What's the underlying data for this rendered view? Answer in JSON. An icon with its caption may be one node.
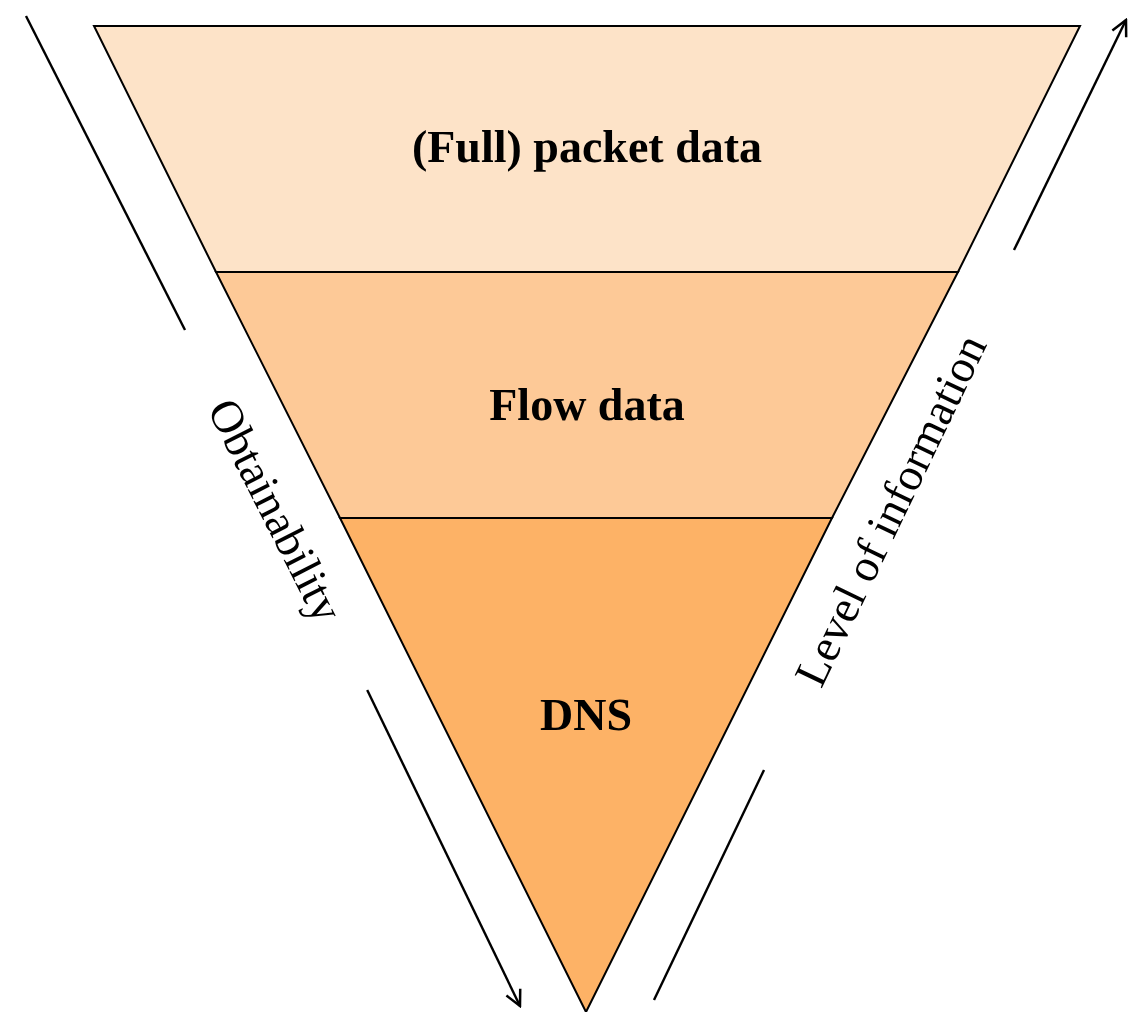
{
  "diagram": {
    "nodes": [
      {
        "text": [
          "(Full) packet data"
        ]
      },
      {
        "text": [
          "Flow data"
        ]
      },
      {
        "text": [
          "DNS"
        ]
      }
    ],
    "labels": [
      "Obtainability",
      "Level of information"
    ]
  }
}
